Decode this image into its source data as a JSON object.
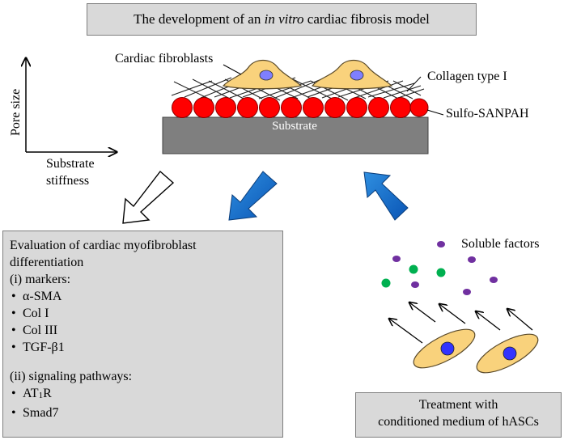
{
  "title": {
    "prefix": "The development of an ",
    "italic": "in vitro",
    "suffix": " cardiac fibrosis model"
  },
  "axes": {
    "y_label": "Pore size",
    "x_label_line1": "Substrate",
    "x_label_line2": "stiffness"
  },
  "layers": {
    "fibroblasts": "Cardiac fibroblasts",
    "collagen": "Collagen type I",
    "sanpah": "Sulfo-SANPAH",
    "substrate": "Substrate"
  },
  "soluble_factors": "Soluble factors",
  "evaluation": {
    "heading_line1": "Evaluation of cardiac myofibroblast",
    "heading_line2": "differentiation",
    "markers_title": "(i) markers:",
    "markers": [
      "α-SMA",
      "Col I",
      "Col III",
      "TGF-β1"
    ],
    "pathways_title": "(ii) signaling pathways:",
    "pathways_p1": "AT",
    "pathways_p1_sub": "1",
    "pathways_p1_end": "R",
    "pathways_p2": "Smad7"
  },
  "treatment": {
    "line1": "Treatment with",
    "line2": "conditioned medium of hASCs"
  },
  "colors": {
    "box_fill": "#d9d9d9",
    "substrate": "#7f7f7f",
    "sphere": "#ff0000",
    "cell": "#f9d27c",
    "nucleus": "#7f7fff",
    "nucleus_hasc": "#3333ff",
    "blue_arrow": "#0070c0",
    "factor_green": "#00b050",
    "factor_purple": "#7030a0"
  }
}
